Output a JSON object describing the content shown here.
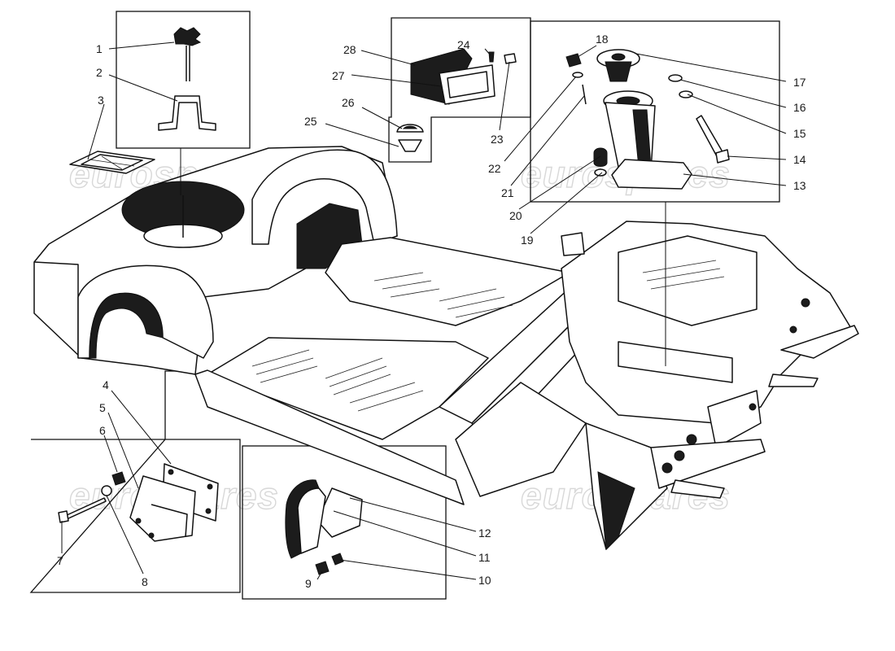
{
  "watermark": {
    "text": "eurospares"
  },
  "callouts": [
    {
      "id": "c1",
      "text": "1"
    },
    {
      "id": "c2",
      "text": "2"
    },
    {
      "id": "c3",
      "text": "3"
    },
    {
      "id": "c4",
      "text": "4"
    },
    {
      "id": "c5",
      "text": "5"
    },
    {
      "id": "c6",
      "text": "6"
    },
    {
      "id": "c7",
      "text": "7"
    },
    {
      "id": "c8",
      "text": "8"
    },
    {
      "id": "c9",
      "text": "9"
    },
    {
      "id": "c10",
      "text": "10"
    },
    {
      "id": "c11",
      "text": "11"
    },
    {
      "id": "c12",
      "text": "12"
    },
    {
      "id": "c13",
      "text": "13"
    },
    {
      "id": "c14",
      "text": "14"
    },
    {
      "id": "c15",
      "text": "15"
    },
    {
      "id": "c16",
      "text": "16"
    },
    {
      "id": "c17",
      "text": "17"
    },
    {
      "id": "c18",
      "text": "18"
    },
    {
      "id": "c19",
      "text": "19"
    },
    {
      "id": "c20",
      "text": "20"
    },
    {
      "id": "c21",
      "text": "21"
    },
    {
      "id": "c22",
      "text": "22"
    },
    {
      "id": "c23",
      "text": "23"
    },
    {
      "id": "c24",
      "text": "24"
    },
    {
      "id": "c25",
      "text": "25"
    },
    {
      "id": "c26",
      "text": "26"
    },
    {
      "id": "c27",
      "text": "27"
    },
    {
      "id": "c28",
      "text": "28"
    }
  ]
}
